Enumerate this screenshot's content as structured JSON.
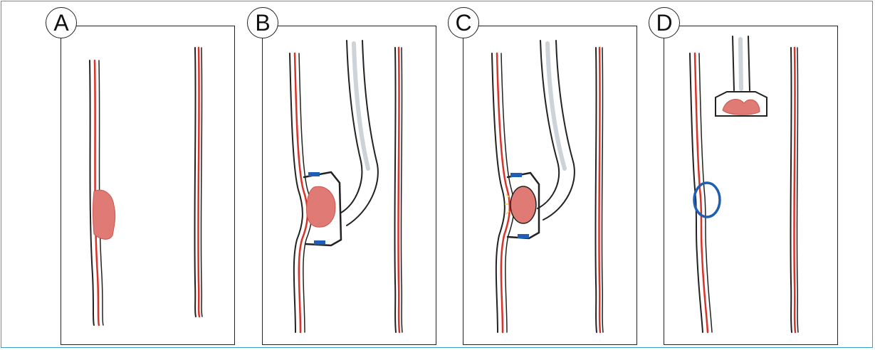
{
  "panels": [
    {
      "letter": "A"
    },
    {
      "letter": "B"
    },
    {
      "letter": "C"
    },
    {
      "letter": "D"
    }
  ],
  "colors": {
    "frame": "#3a9fd0",
    "outline": "#222222",
    "vessel_red": "#d9322a",
    "tumor": "#e07a74",
    "clip_blue": "#1f5fb3",
    "pedicle_gray": "#9aa8b4"
  }
}
